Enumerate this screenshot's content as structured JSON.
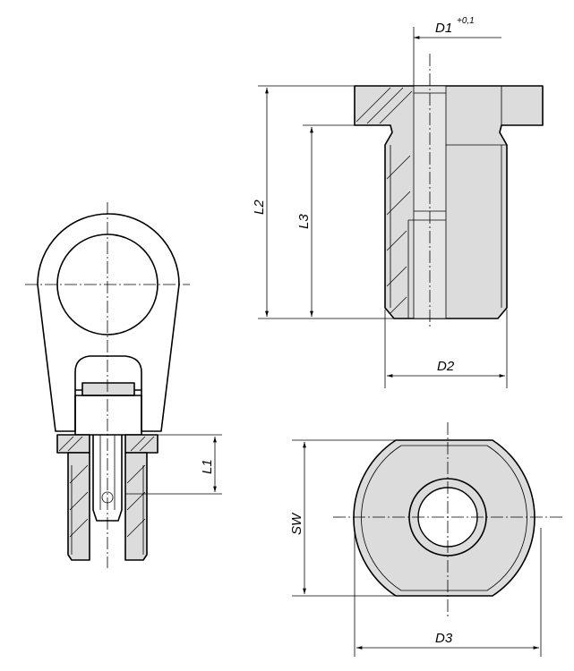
{
  "labels": {
    "d1": "D1",
    "d1_tolerance": "+0,1",
    "l2": "L2",
    "l3": "L3",
    "d2": "D2",
    "l1": "L1",
    "sw": "SW",
    "d3": "D3"
  },
  "colors": {
    "body_fill": "#dcdcdc",
    "line": "#000000",
    "background": "#ffffff"
  }
}
